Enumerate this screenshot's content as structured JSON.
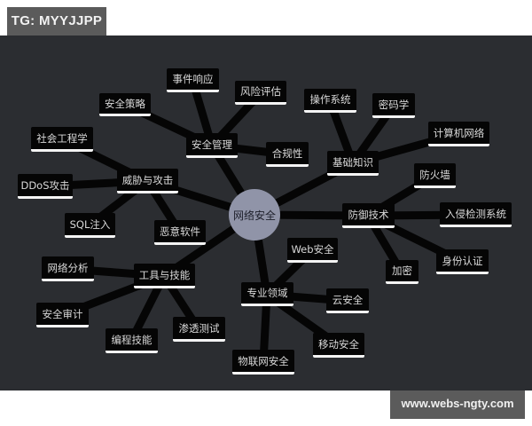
{
  "header_tag": "TG: MYYJJPP",
  "watermark": "www.webs-ngty.com",
  "colors": {
    "background": "#2b2d31",
    "node_fill": "#050505",
    "node_text": "#d9d9d9",
    "node_underline": "#f4f4f4",
    "center_fill": "#9094a8",
    "edge": "#050505",
    "tag_fill": "#5b5b5b"
  },
  "mindmap": {
    "center": "网络安全",
    "branches": [
      {
        "label": "安全管理",
        "children": [
          "安全策略",
          "事件响应",
          "风险评估",
          "合规性"
        ]
      },
      {
        "label": "基础知识",
        "children": [
          "操作系统",
          "密码学",
          "计算机网络"
        ]
      },
      {
        "label": "威胁与攻击",
        "children": [
          "社会工程学",
          "DDoS攻击",
          "SQL注入",
          "恶意软件"
        ]
      },
      {
        "label": "防御技术",
        "children": [
          "防火墙",
          "入侵检测系统",
          "身份认证",
          "加密"
        ]
      },
      {
        "label": "专业领域",
        "children": [
          "Web安全",
          "云安全",
          "移动安全",
          "物联网安全"
        ]
      },
      {
        "label": "工具与技能",
        "children": [
          "网络分析",
          "安全审计",
          "编程技能",
          "渗透测试"
        ]
      }
    ]
  }
}
